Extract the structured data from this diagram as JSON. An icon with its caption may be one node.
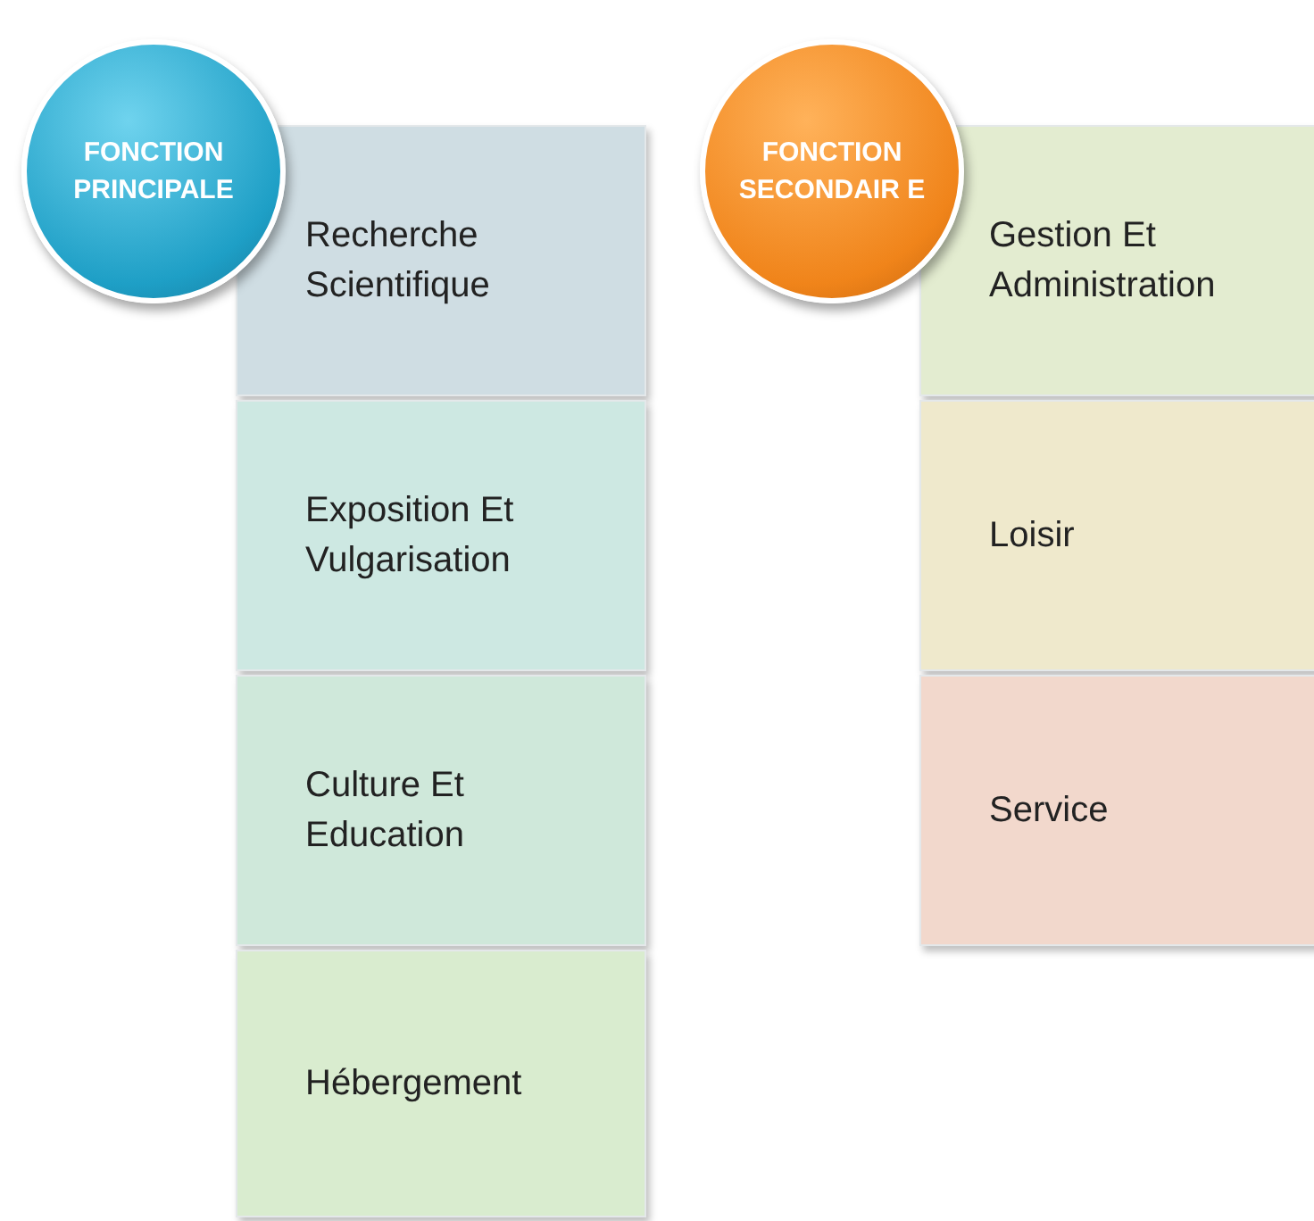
{
  "diagram": {
    "nodes": [
      {
        "text": [
          "FONCTION PRINCIPALE"
        ]
      },
      {
        "text": [
          "Recherche Scientifique"
        ]
      },
      {
        "text": [
          "Exposition Et Vulgarisation"
        ]
      },
      {
        "text": [
          "Culture Et Education"
        ]
      },
      {
        "text": [
          "Hébergement"
        ]
      },
      {
        "text": [
          "FONCTION SECONDAIR E"
        ]
      },
      {
        "text": [
          "Gestion Et Administration"
        ]
      },
      {
        "text": [
          "Loisir"
        ]
      },
      {
        "text": [
          "Service"
        ]
      }
    ]
  }
}
